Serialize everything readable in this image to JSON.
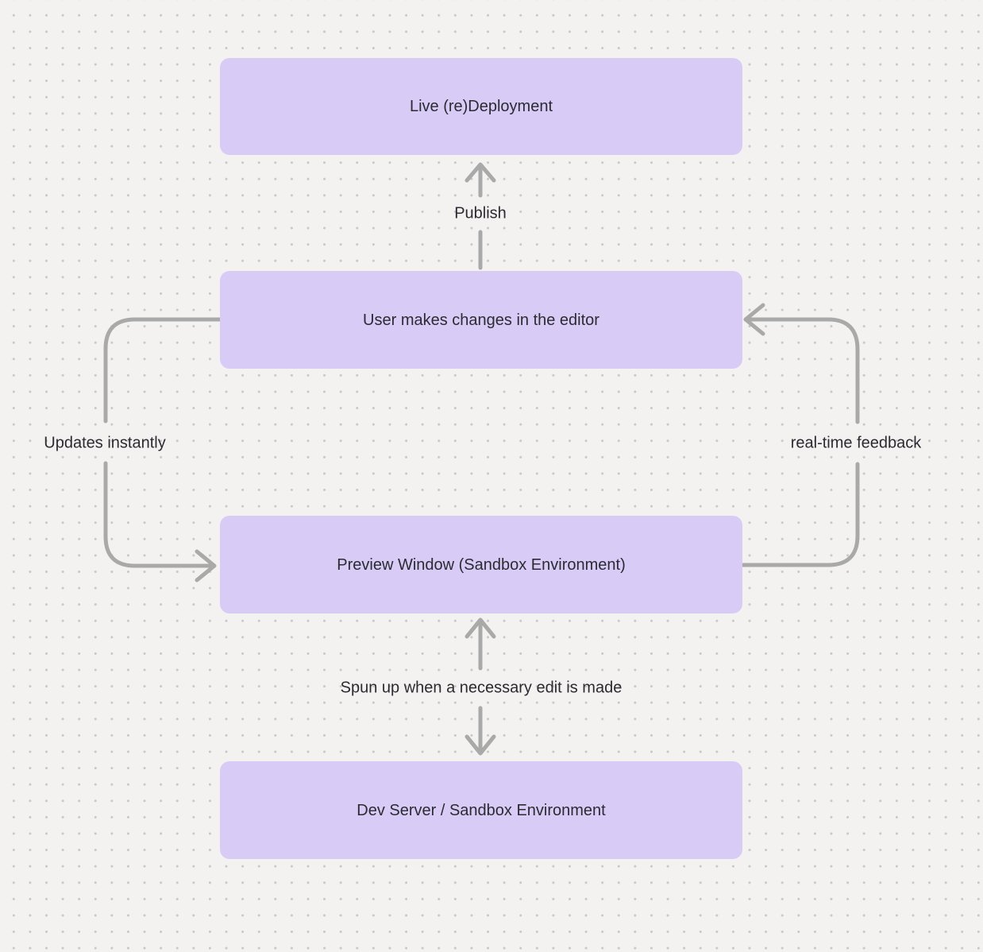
{
  "diagram": {
    "nodes": [
      {
        "id": "live-redeployment",
        "label": "Live (re)Deployment"
      },
      {
        "id": "user-changes",
        "label": "User makes changes in the editor"
      },
      {
        "id": "preview-window",
        "label": "Preview Window (Sandbox Environment)"
      },
      {
        "id": "dev-server",
        "label": "Dev Server / Sandbox Environment"
      }
    ],
    "edges": [
      {
        "id": "publish",
        "label": "Publish",
        "from": "user-changes",
        "to": "live-redeployment",
        "direction": "up"
      },
      {
        "id": "updates-instantly",
        "label": "Updates instantly",
        "from": "user-changes",
        "to": "preview-window",
        "direction": "left-loop-down"
      },
      {
        "id": "real-time-feedback",
        "label": "real-time feedback",
        "from": "preview-window",
        "to": "user-changes",
        "direction": "right-loop-up"
      },
      {
        "id": "spun-up",
        "label": "Spun up when a necessary edit is made",
        "from": "preview-window",
        "to": "dev-server",
        "direction": "bidirectional"
      }
    ],
    "colors": {
      "background": "#f3f2f1",
      "dot": "#c9c8c7",
      "node_fill": "#d8ccf7",
      "connector": "#a9a9a9",
      "text": "#2b2b31"
    }
  }
}
